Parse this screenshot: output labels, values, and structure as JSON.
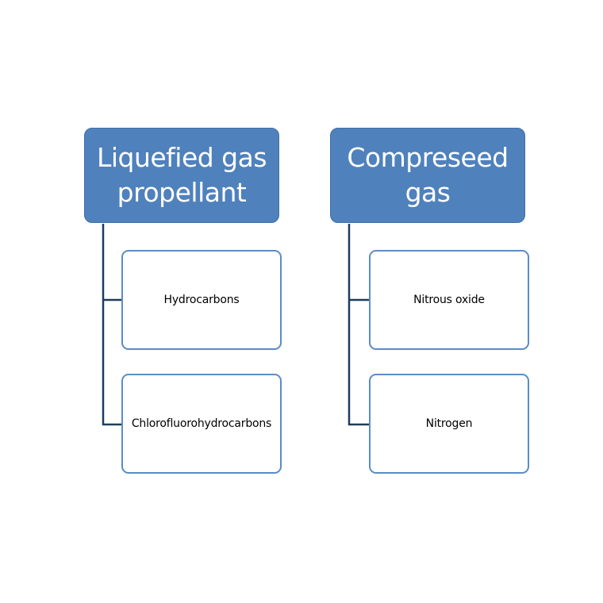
{
  "diagram": {
    "groups": [
      {
        "title": "Liquefied gas propellant",
        "children": [
          "Hydrocarbons",
          "Chlorofluorohydrocarbons"
        ]
      },
      {
        "title": "Compreseed gas",
        "children": [
          "Nitrous oxide",
          "Nitrogen"
        ]
      }
    ],
    "colors": {
      "parent_fill": "#4f81bd",
      "child_border": "#5b8cc6",
      "connector": "#1f3c5c"
    }
  }
}
